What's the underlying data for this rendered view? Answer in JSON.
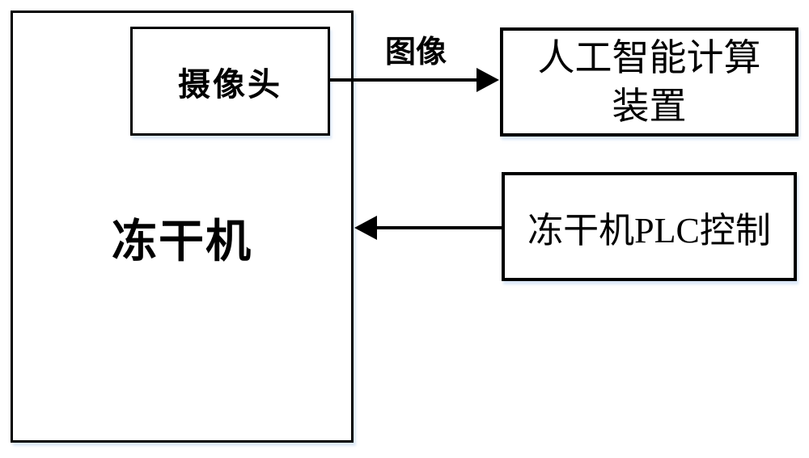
{
  "colors": {
    "background": "#ffffff",
    "line": "#000000",
    "text": "#000000",
    "box_shadow": "#dce8f5"
  },
  "nodes": {
    "freeze_dryer": {
      "label": "冻干机"
    },
    "camera": {
      "label": "摄像头"
    },
    "ai_device": {
      "lines": [
        "人工智能计算",
        "装置"
      ]
    },
    "plc": {
      "label": "冻干机PLC控制"
    }
  },
  "edges": {
    "image_flow": {
      "label": "图像",
      "direction": "right",
      "from": "camera",
      "to": "ai_device"
    },
    "control_flow": {
      "direction": "left",
      "from": "plc",
      "to": "freeze_dryer"
    }
  }
}
